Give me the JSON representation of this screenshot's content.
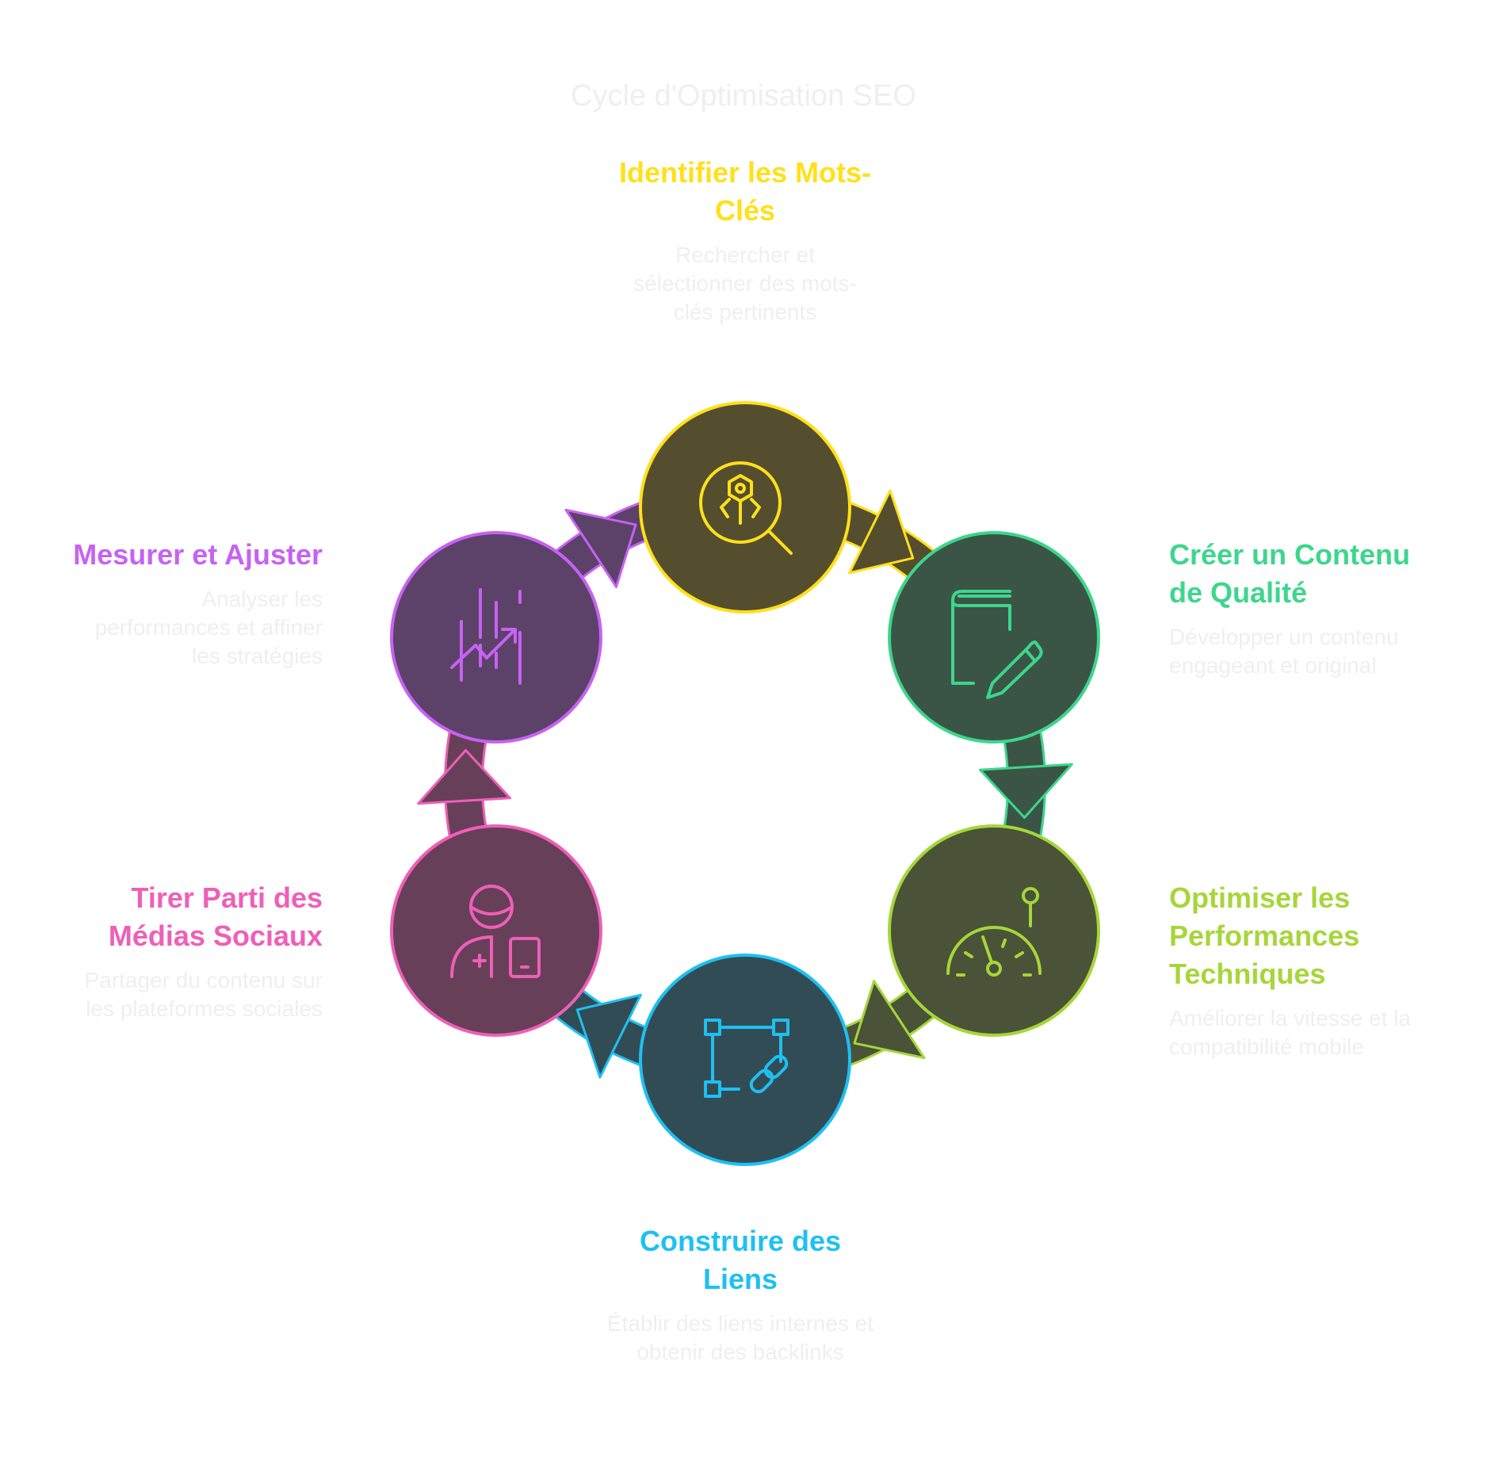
{
  "title": "Cycle d'Optimisation SEO",
  "steps": [
    {
      "title": "Identifier les Mots-Clés",
      "description": "Rechercher et sélectionner des mots-clés pertinents",
      "color": "#FFE01B",
      "fill": "#554E2E",
      "icon": "keyword-search-icon"
    },
    {
      "title": "Créer un Contenu de Qualité",
      "description": "Développer un contenu engageant et original",
      "color": "#3DD68C",
      "fill": "#3A5546",
      "icon": "notebook-pen-icon"
    },
    {
      "title": "Optimiser les Performances Techniques",
      "description": "Améliorer la vitesse et la compatibilité mobile",
      "color": "#A6D63A",
      "fill": "#4A5238",
      "icon": "speedometer-icon"
    },
    {
      "title": "Construire des Liens",
      "description": "Établir des liens internes et obtenir des backlinks",
      "color": "#1EC0F2",
      "fill": "#324C56",
      "icon": "link-nodes-icon"
    },
    {
      "title": "Tirer Parti des Médias Sociaux",
      "description": "Partager du contenu sur les plateformes sociales",
      "color": "#EE5FB8",
      "fill": "#683F58",
      "icon": "social-user-device-icon"
    },
    {
      "title": "Mesurer et Ajuster",
      "description": "Analyser les performances et affiner les stratégies",
      "color": "#C762F2",
      "fill": "#5C4169",
      "icon": "analytics-chart-icon"
    }
  ]
}
